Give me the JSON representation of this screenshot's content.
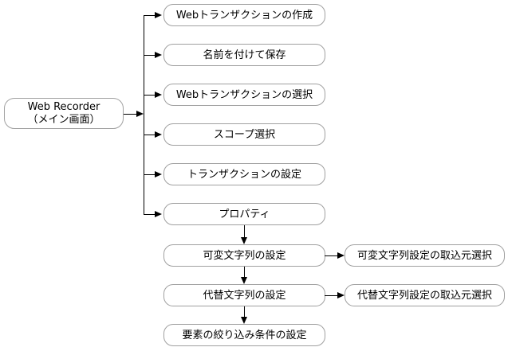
{
  "colors": {
    "background": "#ffffff",
    "node_border": "#a0a0a0",
    "node_fill": "#ffffff",
    "connector": "#000000",
    "text": "#000000"
  },
  "icons": {
    "arrowhead_right": "black right-pointing triangle (css shape)",
    "arrowhead_down": "black down-pointing triangle (css shape)"
  },
  "flow": {
    "main": {
      "title": "Web Recorder",
      "subtitle": "（メイン画面）"
    },
    "branches": [
      {
        "label": "Webトランザクションの作成"
      },
      {
        "label": "名前を付けて保存"
      },
      {
        "label": "Webトランザクションの選択"
      },
      {
        "label": "スコープ選択"
      },
      {
        "label": "トランザクションの設定"
      },
      {
        "label": "プロパティ"
      }
    ],
    "chain": [
      {
        "label": "可変文字列の設定"
      },
      {
        "label": "代替文字列の設定"
      },
      {
        "label": "要素の絞り込み条件の設定"
      }
    ],
    "side": [
      {
        "label": "可変文字列設定の取込元選択"
      },
      {
        "label": "代替文字列設定の取込元選択"
      }
    ]
  }
}
